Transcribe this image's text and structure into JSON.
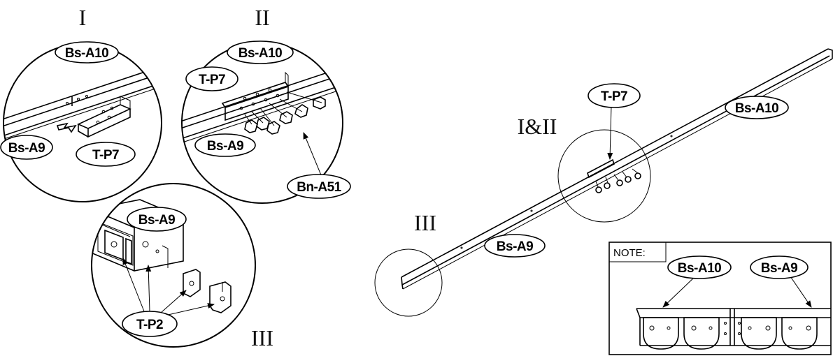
{
  "views": {
    "detail_1": {
      "title": "I",
      "label_top": "Bs-A10",
      "label_left": "Bs-A9",
      "label_part": "T-P7"
    },
    "detail_2": {
      "title": "II",
      "label_top": "Bs-A10",
      "label_part": "T-P7",
      "label_left": "Bs-A9",
      "label_screw": "Bn-A51"
    },
    "detail_3": {
      "title": "III",
      "label_top": "Bs-A9",
      "label_part": "T-P2"
    },
    "overview": {
      "title_joint": "I&II",
      "title_end": "III",
      "label_part": "T-P7",
      "label_right": "Bs-A10",
      "label_left": "Bs-A9"
    },
    "note": {
      "title": "NOTE:",
      "label_left": "Bs-A10",
      "label_right": "Bs-A9"
    }
  }
}
